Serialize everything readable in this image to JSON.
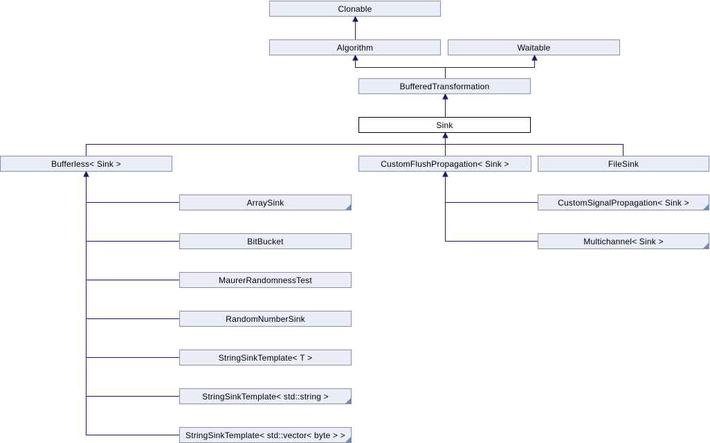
{
  "diagram": {
    "type": "class-inheritance-diagram",
    "focus_class": "Sink",
    "colors": {
      "node_fill": "#e8edf7",
      "node_border": "#8090bd",
      "focus_fill": "#ffffff",
      "focus_border": "#000000",
      "edge": "#191970",
      "corner_marker": "#7487b8",
      "text": "#000000",
      "background": "#ffffff"
    },
    "nodes": {
      "clonable": {
        "label": "Clonable",
        "has_hidden_children": false
      },
      "algorithm": {
        "label": "Algorithm",
        "has_hidden_children": false
      },
      "waitable": {
        "label": "Waitable",
        "has_hidden_children": false
      },
      "buffered_transformation": {
        "label": "BufferedTransformation",
        "has_hidden_children": false
      },
      "sink": {
        "label": "Sink",
        "has_hidden_children": false,
        "is_focus": true
      },
      "bufferless": {
        "label": "Bufferless< Sink >",
        "has_hidden_children": false
      },
      "custom_flush_propagation": {
        "label": "CustomFlushPropagation< Sink >",
        "has_hidden_children": false
      },
      "file_sink": {
        "label": "FileSink",
        "has_hidden_children": false
      },
      "array_sink": {
        "label": "ArraySink",
        "has_hidden_children": true
      },
      "custom_signal_propagation": {
        "label": "CustomSignalPropagation< Sink >",
        "has_hidden_children": true
      },
      "bit_bucket": {
        "label": "BitBucket",
        "has_hidden_children": false
      },
      "multichannel": {
        "label": "Multichannel< Sink >",
        "has_hidden_children": true
      },
      "maurer_randomness_test": {
        "label": "MaurerRandomnessTest",
        "has_hidden_children": false
      },
      "random_number_sink": {
        "label": "RandomNumberSink",
        "has_hidden_children": false
      },
      "string_sink_template_t": {
        "label": "StringSinkTemplate< T >",
        "has_hidden_children": false
      },
      "string_sink_template_std_string": {
        "label": "StringSinkTemplate< std::string >",
        "has_hidden_children": true
      },
      "string_sink_template_std_vector_byte": {
        "label": "StringSinkTemplate< std::vector< byte > >",
        "has_hidden_children": true
      }
    },
    "edges": [
      {
        "parent": "Clonable",
        "child": "Algorithm"
      },
      {
        "parent": "Algorithm",
        "child": "BufferedTransformation"
      },
      {
        "parent": "Waitable",
        "child": "BufferedTransformation"
      },
      {
        "parent": "BufferedTransformation",
        "child": "Sink"
      },
      {
        "parent": "Sink",
        "child": "Bufferless< Sink >"
      },
      {
        "parent": "Sink",
        "child": "CustomFlushPropagation< Sink >"
      },
      {
        "parent": "Sink",
        "child": "FileSink"
      },
      {
        "parent": "Bufferless< Sink >",
        "child": "ArraySink"
      },
      {
        "parent": "Bufferless< Sink >",
        "child": "BitBucket"
      },
      {
        "parent": "Bufferless< Sink >",
        "child": "MaurerRandomnessTest"
      },
      {
        "parent": "Bufferless< Sink >",
        "child": "RandomNumberSink"
      },
      {
        "parent": "Bufferless< Sink >",
        "child": "StringSinkTemplate< T >"
      },
      {
        "parent": "Bufferless< Sink >",
        "child": "StringSinkTemplate< std::string >"
      },
      {
        "parent": "Bufferless< Sink >",
        "child": "StringSinkTemplate< std::vector< byte > >"
      },
      {
        "parent": "CustomFlushPropagation< Sink >",
        "child": "CustomSignalPropagation< Sink >"
      },
      {
        "parent": "CustomFlushPropagation< Sink >",
        "child": "Multichannel< Sink >"
      }
    ]
  }
}
